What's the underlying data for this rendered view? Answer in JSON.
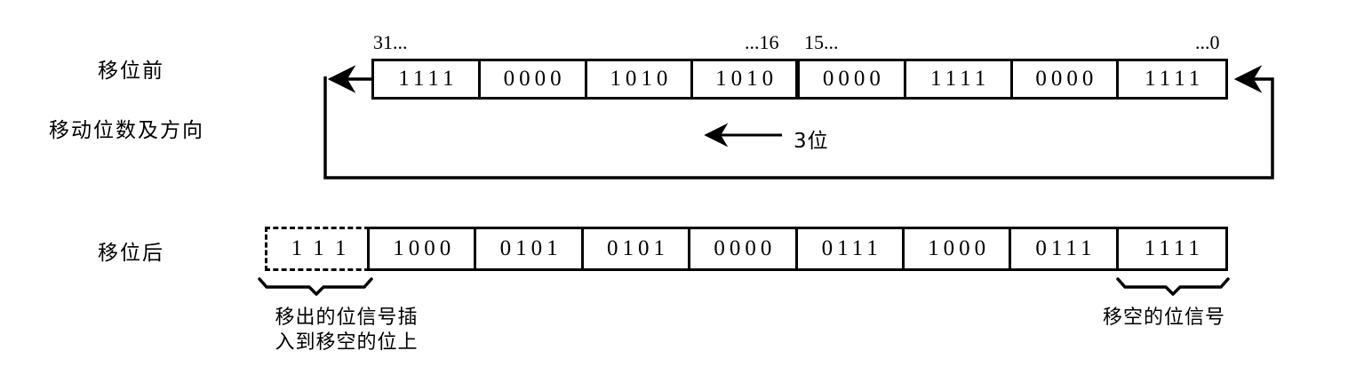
{
  "diagram": {
    "title_labels": {
      "before_shift": "移位前",
      "shift_amount_direction": "移动位数及方向",
      "after_shift": "移位后"
    },
    "bit_index_labels": {
      "msb": "31...",
      "mid_high": "...16",
      "mid_low": "15...",
      "lsb": "...0"
    },
    "shift": {
      "amount_label": "3位",
      "direction": "left",
      "arrow_icon": "left-arrow-icon"
    },
    "before_register": {
      "name": "移位前",
      "nibbles": [
        "1111",
        "0000",
        "1010",
        "1010",
        "0000",
        "1111",
        "0000",
        "1111"
      ]
    },
    "after_register": {
      "name": "移位后",
      "carry_in_bits": "111",
      "nibbles": [
        "1000",
        "0101",
        "0101",
        "0000",
        "0111",
        "1000",
        "0111",
        "1111"
      ]
    },
    "captions": {
      "left": "移出的位信号插\n入到移空的位上",
      "right": "移空的位信号"
    },
    "colors": {
      "stroke": "#000000",
      "background": "#ffffff"
    }
  }
}
